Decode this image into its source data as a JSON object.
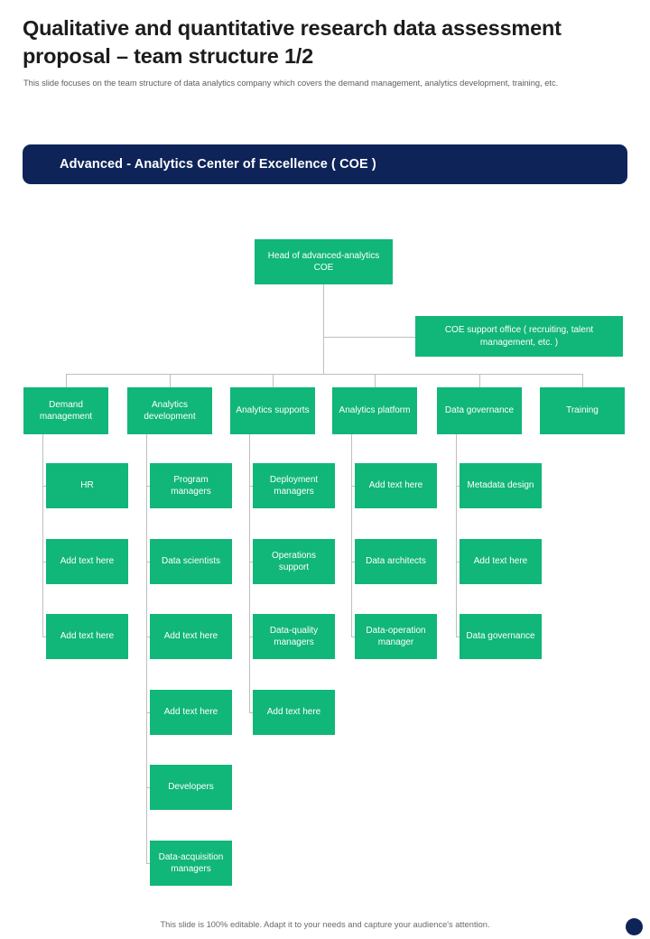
{
  "slide": {
    "title": "Qualitative and quantitative research data assessment proposal – team structure 1/2",
    "subtitle": "This slide focuses on the team structure of data analytics company which covers the demand management, analytics development, training, etc.",
    "footer": "This slide is 100% editable. Adapt it to your needs and capture your audience's attention."
  },
  "banner": {
    "label": "Advanced - Analytics Center of Excellence ( COE )"
  },
  "colors": {
    "node_green": "#11b679",
    "banner_navy": "#0e2459",
    "connector_gray": "#bfbfbf",
    "title_text": "#1c1c1c",
    "subtitle_text": "#5d5d5d",
    "node_text": "#ffffff"
  },
  "org_chart": {
    "root": {
      "label": "Head of advanced-analytics COE"
    },
    "support": {
      "label": "COE support office ( recruiting, talent management, etc. )"
    },
    "departments": [
      {
        "label": "Demand management",
        "children": [
          {
            "label": "HR"
          },
          {
            "label": "Add text here"
          },
          {
            "label": "Add text here"
          }
        ]
      },
      {
        "label": "Analytics development",
        "children": [
          {
            "label": "Program managers"
          },
          {
            "label": "Data scientists"
          },
          {
            "label": "Add text here"
          },
          {
            "label": "Add text here"
          },
          {
            "label": "Developers"
          },
          {
            "label": "Data-acquisition managers"
          }
        ]
      },
      {
        "label": "Analytics supports",
        "children": [
          {
            "label": "Deployment managers"
          },
          {
            "label": "Operations support"
          },
          {
            "label": "Data-quality managers"
          },
          {
            "label": "Add text here"
          }
        ]
      },
      {
        "label": "Analytics platform",
        "children": [
          {
            "label": "Add text here"
          },
          {
            "label": "Data architects"
          },
          {
            "label": "Data-operation manager"
          }
        ]
      },
      {
        "label": "Data governance",
        "children": [
          {
            "label": "Metadata design"
          },
          {
            "label": "Add text here"
          },
          {
            "label": "Data governance"
          }
        ]
      },
      {
        "label": "Training",
        "children": []
      }
    ]
  }
}
